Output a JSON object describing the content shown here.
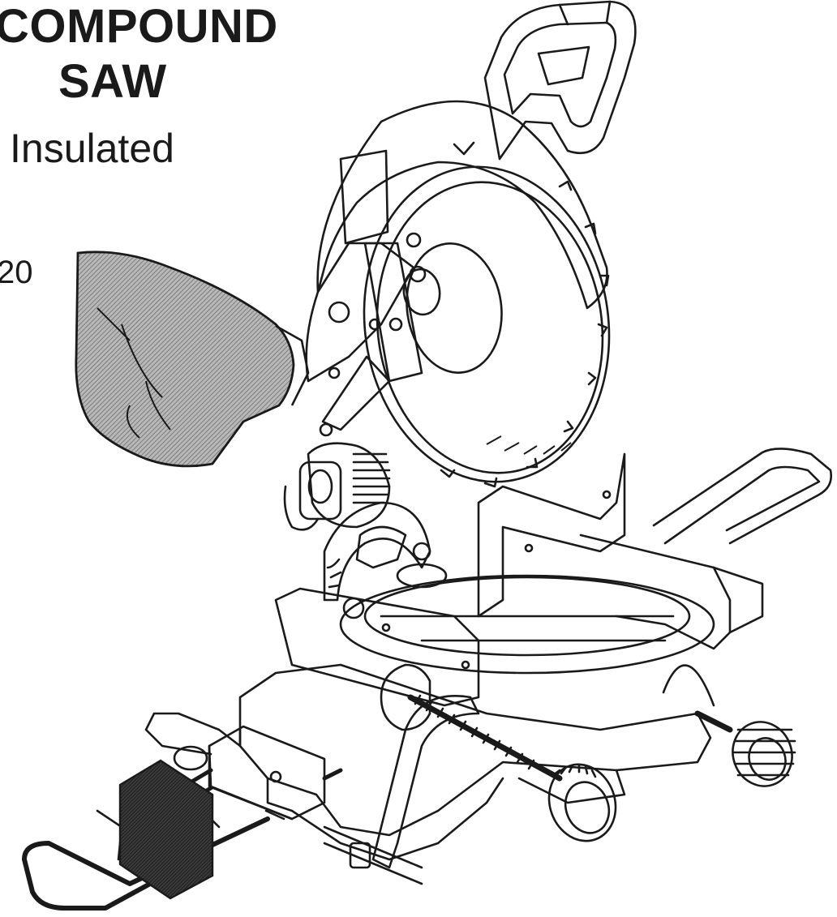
{
  "header": {
    "title_line_1": "COMPOUND",
    "title_line_2": "SAW",
    "subtitle": "Insulated",
    "model_fragment": "20"
  },
  "illustration": {
    "subject": "compound-miter-saw-line-drawing",
    "colors": {
      "ink": "#1a1a1a",
      "dust_bag_fill": "#9a9a9a",
      "background": "#ffffff"
    }
  }
}
